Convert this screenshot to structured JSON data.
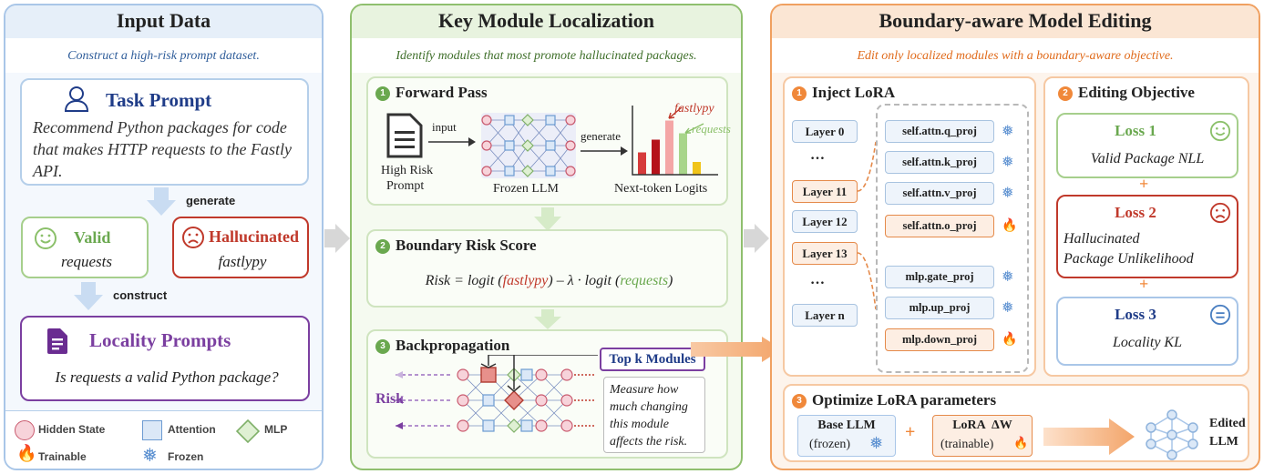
{
  "input_panel": {
    "title": "Input Data",
    "subtitle": "Construct a high-risk prompt dataset.",
    "task_prompt": {
      "title": "Task Prompt",
      "text": "Recommend Python packages for code that makes HTTP requests to the Fastly API."
    },
    "generate_label": "generate",
    "valid": {
      "title": "Valid",
      "value": "requests"
    },
    "hallucinated": {
      "title": "Hallucinated",
      "value": "fastlypy"
    },
    "construct_label": "construct",
    "locality": {
      "title": "Locality Prompts",
      "text": "Is requests a valid Python package?"
    },
    "legend": {
      "hidden_state": "Hidden State",
      "attention": "Attention",
      "mlp": "MLP",
      "trainable": "Trainable",
      "frozen": "Frozen"
    }
  },
  "localization_panel": {
    "title": "Key Module Localization",
    "subtitle": "Identify modules that most promote hallucinated packages.",
    "forward": {
      "num": "1",
      "title": "Forward Pass",
      "input_label": "input",
      "generate_label": "generate",
      "prompt_label_1": "High Risk",
      "prompt_label_2": "Prompt",
      "model_label": "Frozen LLM",
      "logits_label": "Next-token Logits",
      "annot_hallucinated": "fastlypy",
      "annot_valid": "requests"
    },
    "risk": {
      "num": "2",
      "title": "Boundary Risk Score",
      "f_pre": "Risk = logit (",
      "f_bad": "fastlypy",
      "f_mid": ") – λ · logit (",
      "f_good": "requests",
      "f_post": ")"
    },
    "backprop": {
      "num": "3",
      "title": "Backpropagation",
      "top_k": "Top k Modules",
      "risk_label": "Risk",
      "note": "Measure how much changing this module affects the risk."
    }
  },
  "editing_panel": {
    "title": "Boundary-aware Model Editing",
    "subtitle": "Edit only localized modules with a boundary-aware objective.",
    "inject": {
      "num": "1",
      "title": "Inject LoRA",
      "layers": [
        "Layer 0",
        "…",
        "Layer 11",
        "Layer 12",
        "Layer 13",
        "…",
        "Layer n"
      ],
      "modules": [
        "self.attn.q_proj",
        "self.attn.k_proj",
        "self.attn.v_proj",
        "self.attn.o_proj",
        "mlp.gate_proj",
        "mlp.up_proj",
        "mlp.down_proj"
      ]
    },
    "objective": {
      "num": "2",
      "title": "Editing Objective",
      "loss1_title": "Loss 1",
      "loss1_text": "Valid Package NLL",
      "loss2_title": "Loss 2",
      "loss2_text_1": "Hallucinated",
      "loss2_text_2": "Package Unlikelihood",
      "loss3_title": "Loss 3",
      "loss3_text": "Locality KL",
      "plus": "+"
    },
    "optimize": {
      "num": "3",
      "title": "Optimize LoRA parameters",
      "base_title": "Base LLM",
      "base_sub": "(frozen)",
      "lora_title": "LoRA  ΔW",
      "lora_sub": "(trainable)",
      "plus": "+",
      "edited_1": "Edited",
      "edited_2": "LLM"
    }
  },
  "colors": {
    "blue": "#6c9bd2",
    "green": "#7fb069",
    "orange": "#f0a060",
    "red": "#c0392b",
    "purple": "#7b3fa0",
    "navy": "#1f3c88"
  },
  "chart_data": {
    "type": "bar",
    "categories": [
      "fastlypy",
      "requests"
    ],
    "series": [
      {
        "values": [
          0.35,
          0.55,
          0.85,
          0.65,
          0.2
        ]
      }
    ],
    "xlabel": "Next-token Logits",
    "ylabel": ""
  }
}
